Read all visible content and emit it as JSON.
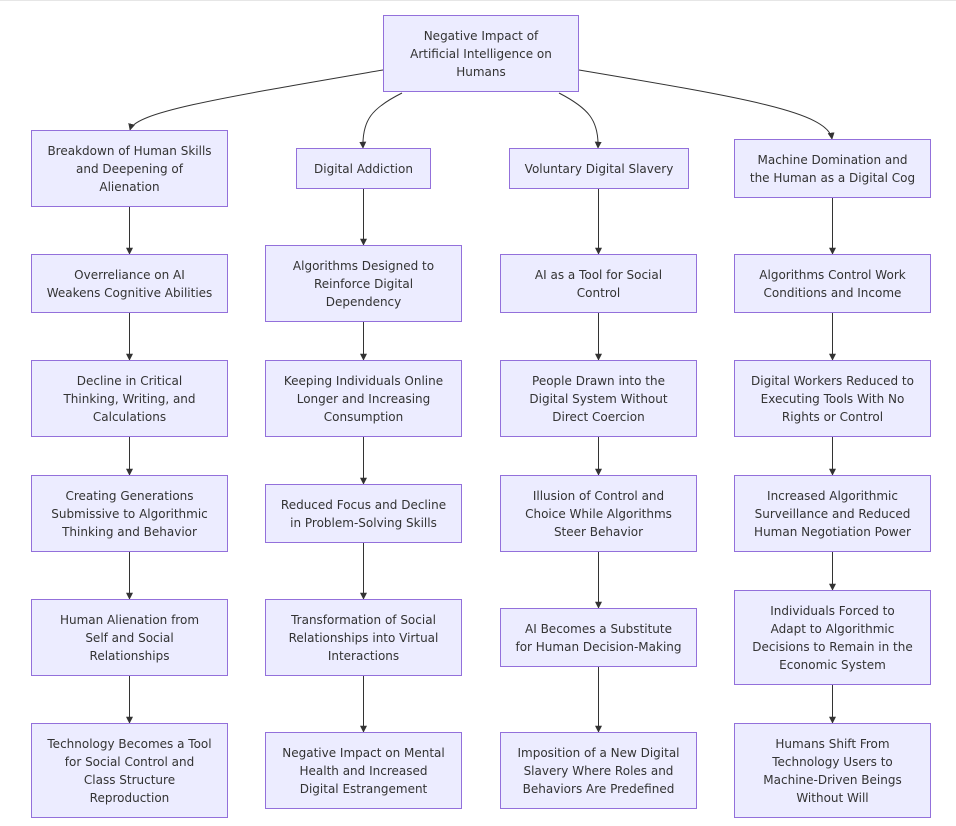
{
  "diagram": {
    "root": {
      "id": "root",
      "label": "Negative Impact of\nArtificial Intelligence on\nHumans"
    },
    "columns": [
      {
        "id": "col-1",
        "nodes": [
          {
            "id": "c1n1",
            "label": "Breakdown of Human Skills\nand Deepening of\nAlienation"
          },
          {
            "id": "c1n2",
            "label": "Overreliance on AI\nWeakens Cognitive Abilities"
          },
          {
            "id": "c1n3",
            "label": "Decline in Critical\nThinking, Writing, and\nCalculations"
          },
          {
            "id": "c1n4",
            "label": "Creating Generations\nSubmissive to Algorithmic\nThinking and Behavior"
          },
          {
            "id": "c1n5",
            "label": "Human Alienation from\nSelf and Social\nRelationships"
          },
          {
            "id": "c1n6",
            "label": "Technology Becomes a Tool\nfor Social Control and\nClass Structure\nReproduction"
          }
        ]
      },
      {
        "id": "col-2",
        "nodes": [
          {
            "id": "c2n1",
            "label": "Digital Addiction"
          },
          {
            "id": "c2n2",
            "label": "Algorithms Designed to\nReinforce Digital\nDependency"
          },
          {
            "id": "c2n3",
            "label": "Keeping Individuals Online\nLonger and Increasing\nConsumption"
          },
          {
            "id": "c2n4",
            "label": "Reduced Focus and Decline\nin Problem-Solving Skills"
          },
          {
            "id": "c2n5",
            "label": "Transformation of Social\nRelationships into Virtual\nInteractions"
          },
          {
            "id": "c2n6",
            "label": "Negative Impact on Mental\nHealth and Increased\nDigital Estrangement"
          }
        ]
      },
      {
        "id": "col-3",
        "nodes": [
          {
            "id": "c3n1",
            "label": "Voluntary Digital Slavery"
          },
          {
            "id": "c3n2",
            "label": "AI as a Tool for Social\nControl"
          },
          {
            "id": "c3n3",
            "label": "People Drawn into the\nDigital System Without\nDirect Coercion"
          },
          {
            "id": "c3n4",
            "label": "Illusion of Control and\nChoice While Algorithms\nSteer Behavior"
          },
          {
            "id": "c3n5",
            "label": "AI Becomes a Substitute\nfor Human Decision-Making"
          },
          {
            "id": "c3n6",
            "label": "Imposition of a New Digital\nSlavery Where Roles and\nBehaviors Are Predefined"
          }
        ]
      },
      {
        "id": "col-4",
        "nodes": [
          {
            "id": "c4n1",
            "label": "Machine Domination and\nthe Human as a Digital Cog"
          },
          {
            "id": "c4n2",
            "label": "Algorithms Control Work\nConditions and Income"
          },
          {
            "id": "c4n3",
            "label": "Digital Workers Reduced to\nExecuting Tools With No\nRights or Control"
          },
          {
            "id": "c4n4",
            "label": "Increased Algorithmic\nSurveillance and Reduced\nHuman Negotiation Power"
          },
          {
            "id": "c4n5",
            "label": "Individuals Forced to\nAdapt to Algorithmic\nDecisions to Remain in the\nEconomic System"
          },
          {
            "id": "c4n6",
            "label": "Humans Shift From\nTechnology Users to\nMachine-Driven Beings\nWithout Will"
          }
        ]
      }
    ]
  },
  "colors": {
    "node_fill": "#ececff",
    "node_border": "#9370db",
    "edge": "#333333",
    "text": "#333333"
  }
}
